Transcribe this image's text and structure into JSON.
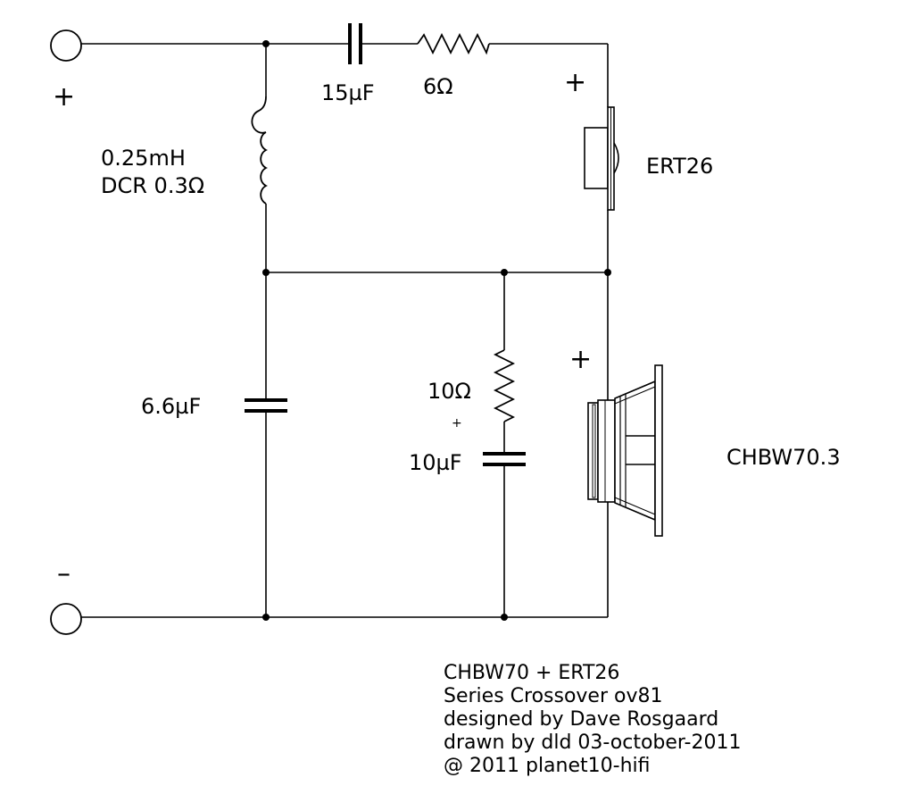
{
  "terminals": {
    "positive_sign": "+",
    "negative_sign": "–"
  },
  "components": {
    "series_cap": "15µF",
    "series_res": "6Ω",
    "inductor_value": "0.25mH",
    "inductor_dcr": "DCR 0.3Ω",
    "shunt_cap": "6.6µF",
    "zobel_res": "10Ω",
    "zobel_cap": "10µF",
    "zobel_cap_polarity": "+"
  },
  "drivers": {
    "tweeter": {
      "name": "ERT26",
      "polarity": "+"
    },
    "woofer": {
      "name": "CHBW70.3",
      "polarity": "+"
    }
  },
  "notes": [
    "CHBW70 + ERT26",
    "Series Crossover ov81",
    "designed by Dave Rosgaard",
    "drawn by dld 03-october-2011",
    "@ 2011 planet10-hifi"
  ]
}
